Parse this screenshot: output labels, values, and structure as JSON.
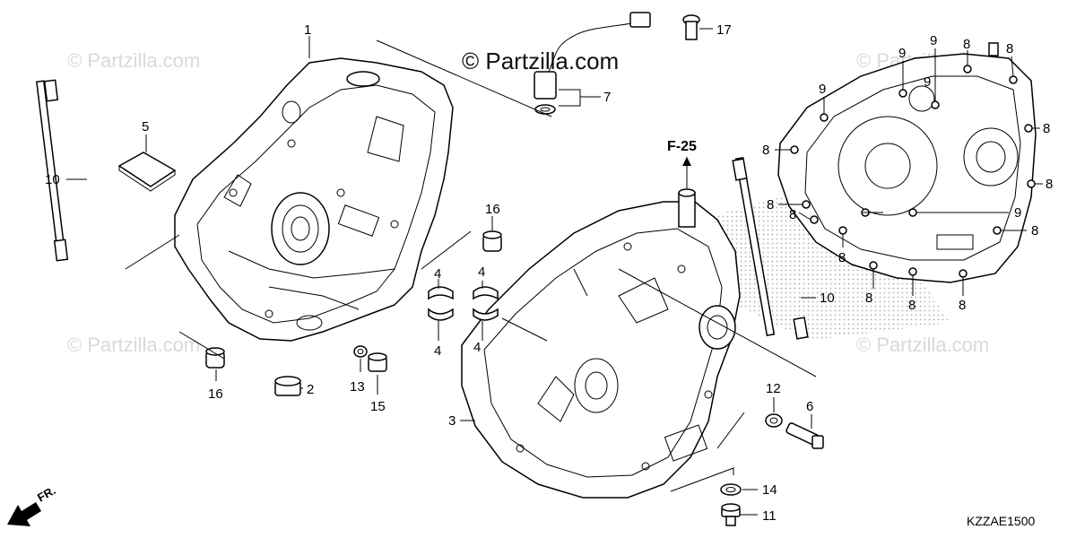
{
  "diagram": {
    "copyright": "© Partzilla.com",
    "watermark": "© Partzilla.com",
    "reference_label": "F-25",
    "diagram_code": "KZZAE1500",
    "front_indicator": "FR.",
    "callouts": {
      "c1": "1",
      "c2": "2",
      "c3": "3",
      "c4a": "4",
      "c4b": "4",
      "c4c": "4",
      "c4d": "4",
      "c5": "5",
      "c6": "6",
      "c7": "7",
      "c8a": "8",
      "c8b": "8",
      "c8c": "8",
      "c8d": "8",
      "c8e": "8",
      "c8f": "8",
      "c8g": "8",
      "c8h": "8",
      "c8i": "8",
      "c8j": "8",
      "c8k": "8",
      "c8l": "8",
      "c9a": "9",
      "c9b": "9",
      "c9c": "9",
      "c9d": "9",
      "c9e": "9",
      "c10a": "10",
      "c10b": "10",
      "c11": "11",
      "c12": "12",
      "c13": "13",
      "c14": "14",
      "c15": "15",
      "c16a": "16",
      "c16b": "16",
      "c17": "17"
    }
  }
}
